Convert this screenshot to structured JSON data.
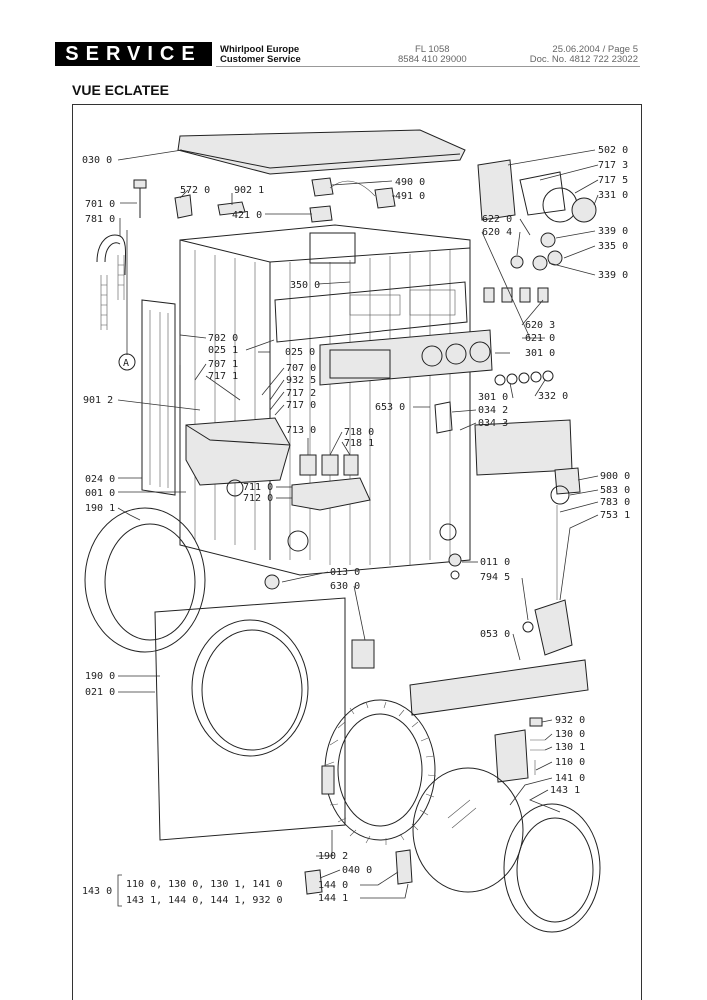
{
  "header": {
    "service": "SERVICE",
    "company_line1": "Whirlpool Europe",
    "company_line2": "Customer Service",
    "model_line1": "FL 1058",
    "model_line2": "8584 410 29000",
    "date_page": "25.06.2004 / Page 5",
    "doc_no": "Doc. No. 4812 722 23022"
  },
  "title": "VUE ECLATEE",
  "marker_a": "A",
  "callouts": [
    {
      "id": "c1",
      "text": "030 0"
    },
    {
      "id": "c2",
      "text": "572 0"
    },
    {
      "id": "c3",
      "text": "902 1"
    },
    {
      "id": "c4",
      "text": "701 0"
    },
    {
      "id": "c5",
      "text": "781 0"
    },
    {
      "id": "c6",
      "text": "421 0"
    },
    {
      "id": "c7",
      "text": "490 0"
    },
    {
      "id": "c8",
      "text": "491 0"
    },
    {
      "id": "c9",
      "text": "502 0"
    },
    {
      "id": "c10",
      "text": "717 3"
    },
    {
      "id": "c11",
      "text": "717 5"
    },
    {
      "id": "c12",
      "text": "331 0"
    },
    {
      "id": "c13",
      "text": "622 0"
    },
    {
      "id": "c14",
      "text": "620 4"
    },
    {
      "id": "c15",
      "text": "339 0"
    },
    {
      "id": "c16",
      "text": "335 0"
    },
    {
      "id": "c17",
      "text": "339 0"
    },
    {
      "id": "c18",
      "text": "350 0"
    },
    {
      "id": "c19",
      "text": "620 3"
    },
    {
      "id": "c20",
      "text": "621 0"
    },
    {
      "id": "c21",
      "text": "301 0"
    },
    {
      "id": "c22",
      "text": "702 0"
    },
    {
      "id": "c23",
      "text": "025 1"
    },
    {
      "id": "c24",
      "text": "025 0"
    },
    {
      "id": "c25",
      "text": "707 1"
    },
    {
      "id": "c26",
      "text": "717 1"
    },
    {
      "id": "c27",
      "text": "707 0"
    },
    {
      "id": "c28",
      "text": "932 5"
    },
    {
      "id": "c29",
      "text": "717 2"
    },
    {
      "id": "c30",
      "text": "717 0"
    },
    {
      "id": "c31",
      "text": "901 2"
    },
    {
      "id": "c32",
      "text": "653 0"
    },
    {
      "id": "c33",
      "text": "301 0"
    },
    {
      "id": "c34",
      "text": "332 0"
    },
    {
      "id": "c35",
      "text": "034 2"
    },
    {
      "id": "c36",
      "text": "034 3"
    },
    {
      "id": "c37",
      "text": "713 0"
    },
    {
      "id": "c38",
      "text": "718 0"
    },
    {
      "id": "c39",
      "text": "718 1"
    },
    {
      "id": "c40",
      "text": "024 0"
    },
    {
      "id": "c41",
      "text": "001 0"
    },
    {
      "id": "c42",
      "text": "711 0"
    },
    {
      "id": "c43",
      "text": "712 0"
    },
    {
      "id": "c44",
      "text": "900 0"
    },
    {
      "id": "c45",
      "text": "583 0"
    },
    {
      "id": "c46",
      "text": "783 0"
    },
    {
      "id": "c47",
      "text": "753 1"
    },
    {
      "id": "c48",
      "text": "190 1"
    },
    {
      "id": "c49",
      "text": "011 0"
    },
    {
      "id": "c50",
      "text": "794 5"
    },
    {
      "id": "c51",
      "text": "013 0"
    },
    {
      "id": "c52",
      "text": "630 0"
    },
    {
      "id": "c53",
      "text": "053 0"
    },
    {
      "id": "c54",
      "text": "190 0"
    },
    {
      "id": "c55",
      "text": "021 0"
    },
    {
      "id": "c56",
      "text": "932 0"
    },
    {
      "id": "c57",
      "text": "130 0"
    },
    {
      "id": "c58",
      "text": "130 1"
    },
    {
      "id": "c59",
      "text": "110 0"
    },
    {
      "id": "c60",
      "text": "141 0"
    },
    {
      "id": "c61",
      "text": "143 1"
    },
    {
      "id": "c62",
      "text": "190 2"
    },
    {
      "id": "c63",
      "text": "040 0"
    },
    {
      "id": "c64",
      "text": "144 0"
    },
    {
      "id": "c65",
      "text": "144 1"
    }
  ],
  "kit_legend": {
    "label": "143 0",
    "row1": "110 0, 130 0, 130 1, 141 0",
    "row2": "143 1, 144 0, 144 1, 932 0"
  }
}
